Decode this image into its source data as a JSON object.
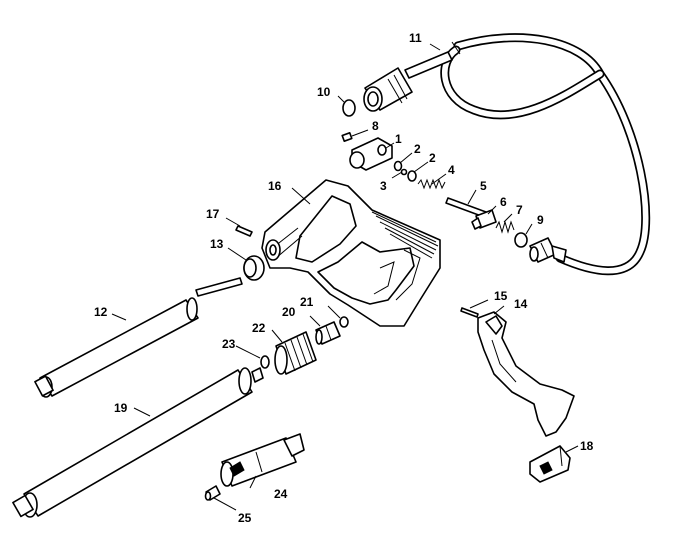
{
  "callouts": [
    {
      "id": "1",
      "text": "1"
    },
    {
      "id": "2a",
      "text": "2"
    },
    {
      "id": "2b",
      "text": "2"
    },
    {
      "id": "3",
      "text": "3"
    },
    {
      "id": "4",
      "text": "4"
    },
    {
      "id": "5",
      "text": "5"
    },
    {
      "id": "6",
      "text": "6"
    },
    {
      "id": "7",
      "text": "7"
    },
    {
      "id": "8",
      "text": "8"
    },
    {
      "id": "9",
      "text": "9"
    },
    {
      "id": "10",
      "text": "10"
    },
    {
      "id": "11",
      "text": "11"
    },
    {
      "id": "12",
      "text": "12"
    },
    {
      "id": "13",
      "text": "13"
    },
    {
      "id": "14",
      "text": "14"
    },
    {
      "id": "15",
      "text": "15"
    },
    {
      "id": "16",
      "text": "16"
    },
    {
      "id": "17",
      "text": "17"
    },
    {
      "id": "18",
      "text": "18"
    },
    {
      "id": "19",
      "text": "19"
    },
    {
      "id": "20",
      "text": "20"
    },
    {
      "id": "21",
      "text": "21"
    },
    {
      "id": "22",
      "text": "22"
    },
    {
      "id": "23",
      "text": "23"
    },
    {
      "id": "24",
      "text": "24"
    },
    {
      "id": "25",
      "text": "25"
    }
  ]
}
